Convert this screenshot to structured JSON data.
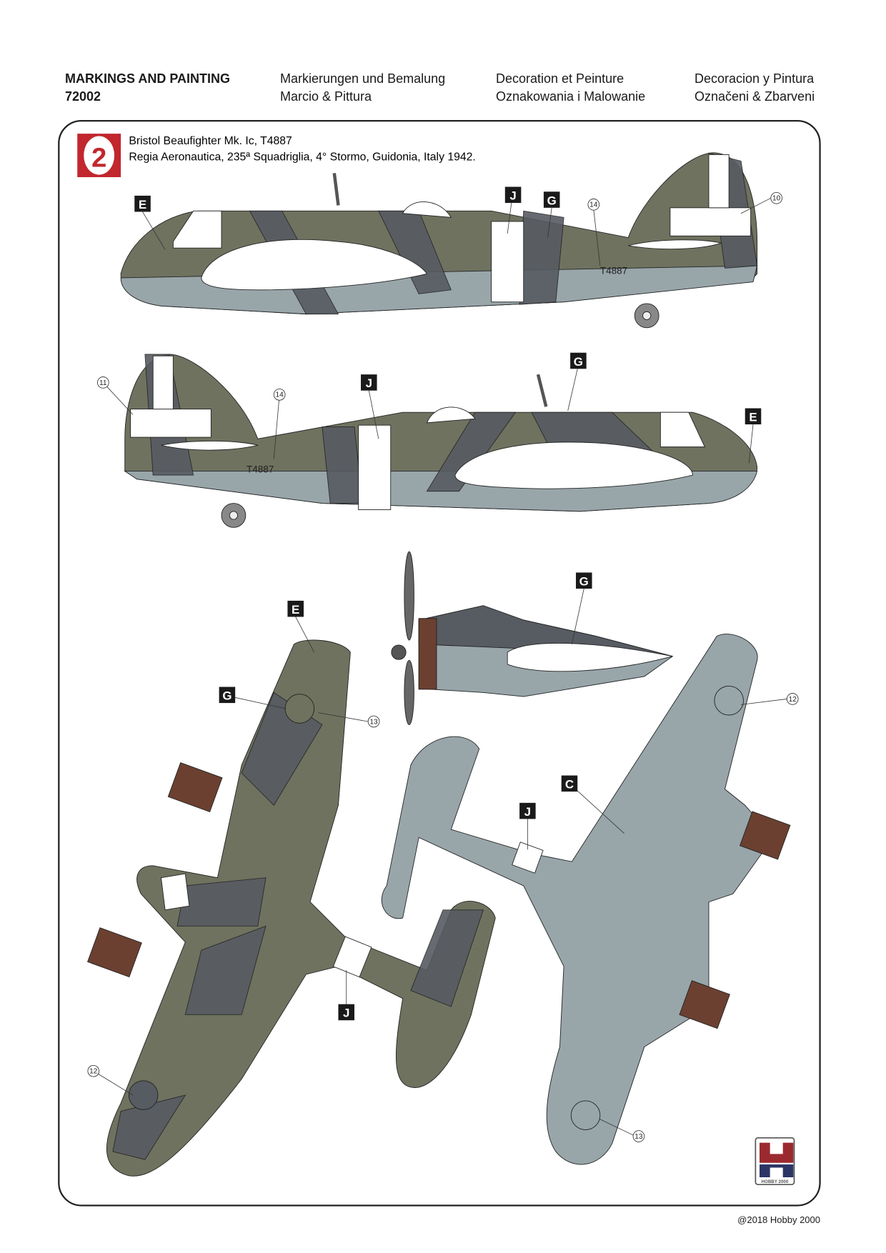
{
  "header": {
    "title": "MARKINGS AND PAINTING",
    "kit_number": "72002",
    "de": "Markierungen und Bemalung",
    "it": "Marcio & Pittura",
    "fr": "Decoration et Peinture",
    "pl": "Oznakowania i Malowanie",
    "es": "Decoracion y Pintura",
    "cz": "Označeni & Zbarveni"
  },
  "scheme": {
    "number": "2",
    "aircraft": "Bristol Beaufighter Mk. Ic, T4887",
    "unit": "Regia Aeronautica, 235ª Squadriglia, 4° Stormo, Guidonia, Italy 1942."
  },
  "callouts": {
    "E": "E",
    "G": "G",
    "J": "J",
    "C": "C",
    "n10": "10",
    "n11": "11",
    "n12": "12",
    "n13": "13",
    "n14": "14",
    "serial": "T4887"
  },
  "colors": {
    "olive": "#6f725f",
    "grey": "#575b62",
    "light_grey": "#98a6aa",
    "accent_red": "#c1272d",
    "brown": "#6b4030"
  },
  "logo": {
    "text": "HOBBY 2000"
  },
  "footer": {
    "copyright": "@2018 Hobby 2000"
  }
}
